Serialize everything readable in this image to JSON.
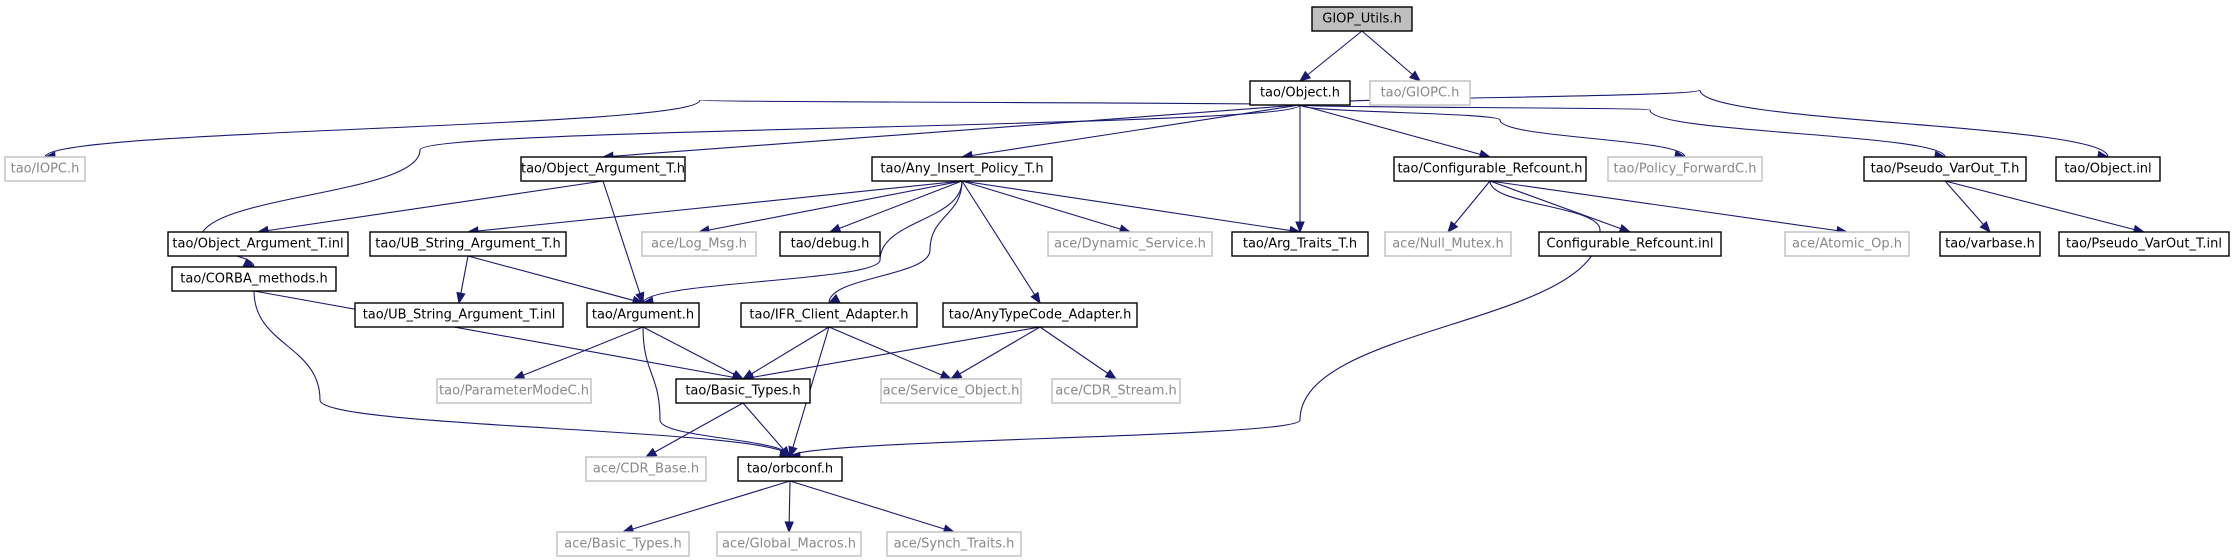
{
  "graph": {
    "edge_color": "#191970",
    "nodes": [
      {
        "id": "giop_utils",
        "label": "GIOP_Utils.h",
        "style": "root"
      },
      {
        "id": "object_h",
        "label": "tao/Object.h",
        "style": "solid"
      },
      {
        "id": "giopc_h",
        "label": "tao/GIOPC.h",
        "style": "grey"
      },
      {
        "id": "iopc_h",
        "label": "tao/IOPC.h",
        "style": "grey"
      },
      {
        "id": "object_argument_t_h",
        "label": "tao/Object_Argument_T.h",
        "style": "solid"
      },
      {
        "id": "any_insert_policy_t_h",
        "label": "tao/Any_Insert_Policy_T.h",
        "style": "solid"
      },
      {
        "id": "configurable_refcount_h",
        "label": "tao/Configurable_Refcount.h",
        "style": "solid"
      },
      {
        "id": "policy_forwardc_h",
        "label": "tao/Policy_ForwardC.h",
        "style": "grey"
      },
      {
        "id": "pseudo_varout_t_h",
        "label": "tao/Pseudo_VarOut_T.h",
        "style": "solid"
      },
      {
        "id": "object_inl",
        "label": "tao/Object.inl",
        "style": "solid"
      },
      {
        "id": "object_argument_t_inl",
        "label": "tao/Object_Argument_T.inl",
        "style": "solid"
      },
      {
        "id": "ub_string_argument_t_h",
        "label": "tao/UB_String_Argument_T.h",
        "style": "solid"
      },
      {
        "id": "log_msg_h",
        "label": "ace/Log_Msg.h",
        "style": "grey"
      },
      {
        "id": "debug_h",
        "label": "tao/debug.h",
        "style": "solid"
      },
      {
        "id": "dynamic_service_h",
        "label": "ace/Dynamic_Service.h",
        "style": "grey"
      },
      {
        "id": "arg_traits_t_h",
        "label": "tao/Arg_Traits_T.h",
        "style": "solid"
      },
      {
        "id": "null_mutex_h",
        "label": "ace/Null_Mutex.h",
        "style": "grey"
      },
      {
        "id": "configurable_refcount_inl",
        "label": "Configurable_Refcount.inl",
        "style": "solid"
      },
      {
        "id": "atomic_op_h",
        "label": "ace/Atomic_Op.h",
        "style": "grey"
      },
      {
        "id": "varbase_h",
        "label": "tao/varbase.h",
        "style": "solid"
      },
      {
        "id": "pseudo_varout_t_inl",
        "label": "tao/Pseudo_VarOut_T.inl",
        "style": "solid"
      },
      {
        "id": "corba_methods_h",
        "label": "tao/CORBA_methods.h",
        "style": "solid"
      },
      {
        "id": "ub_string_argument_t_inl",
        "label": "tao/UB_String_Argument_T.inl",
        "style": "solid"
      },
      {
        "id": "argument_h",
        "label": "tao/Argument.h",
        "style": "solid"
      },
      {
        "id": "ifr_client_adapter_h",
        "label": "tao/IFR_Client_Adapter.h",
        "style": "solid"
      },
      {
        "id": "anytypecode_adapter_h",
        "label": "tao/AnyTypeCode_Adapter.h",
        "style": "solid"
      },
      {
        "id": "parametermodec_h",
        "label": "tao/ParameterModeC.h",
        "style": "grey"
      },
      {
        "id": "basic_types_h_tao",
        "label": "tao/Basic_Types.h",
        "style": "solid"
      },
      {
        "id": "service_object_h",
        "label": "ace/Service_Object.h",
        "style": "grey"
      },
      {
        "id": "cdr_stream_h",
        "label": "ace/CDR_Stream.h",
        "style": "grey"
      },
      {
        "id": "cdr_base_h",
        "label": "ace/CDR_Base.h",
        "style": "grey"
      },
      {
        "id": "orbconf_h",
        "label": "tao/orbconf.h",
        "style": "solid"
      },
      {
        "id": "basic_types_h_ace",
        "label": "ace/Basic_Types.h",
        "style": "grey"
      },
      {
        "id": "global_macros_h",
        "label": "ace/Global_Macros.h",
        "style": "grey"
      },
      {
        "id": "synch_traits_h",
        "label": "ace/Synch_Traits.h",
        "style": "grey"
      }
    ],
    "edges": [
      [
        "giop_utils",
        "object_h"
      ],
      [
        "giop_utils",
        "giopc_h"
      ],
      [
        "object_h",
        "iopc_h"
      ],
      [
        "object_h",
        "object_argument_t_h"
      ],
      [
        "object_h",
        "any_insert_policy_t_h"
      ],
      [
        "object_h",
        "arg_traits_t_h"
      ],
      [
        "object_h",
        "configurable_refcount_h"
      ],
      [
        "object_h",
        "policy_forwardc_h"
      ],
      [
        "object_h",
        "pseudo_varout_t_h"
      ],
      [
        "object_h",
        "object_inl"
      ],
      [
        "object_h",
        "corba_methods_h"
      ],
      [
        "object_argument_t_h",
        "object_argument_t_inl"
      ],
      [
        "object_argument_t_h",
        "argument_h"
      ],
      [
        "any_insert_policy_t_h",
        "ub_string_argument_t_h"
      ],
      [
        "any_insert_policy_t_h",
        "log_msg_h"
      ],
      [
        "any_insert_policy_t_h",
        "debug_h"
      ],
      [
        "any_insert_policy_t_h",
        "dynamic_service_h"
      ],
      [
        "any_insert_policy_t_h",
        "arg_traits_t_h"
      ],
      [
        "any_insert_policy_t_h",
        "argument_h"
      ],
      [
        "any_insert_policy_t_h",
        "ifr_client_adapter_h"
      ],
      [
        "any_insert_policy_t_h",
        "anytypecode_adapter_h"
      ],
      [
        "configurable_refcount_h",
        "null_mutex_h"
      ],
      [
        "configurable_refcount_h",
        "configurable_refcount_inl"
      ],
      [
        "configurable_refcount_h",
        "atomic_op_h"
      ],
      [
        "configurable_refcount_h",
        "orbconf_h"
      ],
      [
        "pseudo_varout_t_h",
        "varbase_h"
      ],
      [
        "pseudo_varout_t_h",
        "pseudo_varout_t_inl"
      ],
      [
        "ub_string_argument_t_h",
        "ub_string_argument_t_inl"
      ],
      [
        "ub_string_argument_t_h",
        "argument_h"
      ],
      [
        "corba_methods_h",
        "basic_types_h_tao"
      ],
      [
        "corba_methods_h",
        "orbconf_h"
      ],
      [
        "argument_h",
        "parametermodec_h"
      ],
      [
        "argument_h",
        "basic_types_h_tao"
      ],
      [
        "argument_h",
        "orbconf_h"
      ],
      [
        "ifr_client_adapter_h",
        "basic_types_h_tao"
      ],
      [
        "ifr_client_adapter_h",
        "service_object_h"
      ],
      [
        "ifr_client_adapter_h",
        "orbconf_h"
      ],
      [
        "anytypecode_adapter_h",
        "basic_types_h_tao"
      ],
      [
        "anytypecode_adapter_h",
        "service_object_h"
      ],
      [
        "anytypecode_adapter_h",
        "cdr_stream_h"
      ],
      [
        "basic_types_h_tao",
        "cdr_base_h"
      ],
      [
        "basic_types_h_tao",
        "orbconf_h"
      ],
      [
        "orbconf_h",
        "basic_types_h_ace"
      ],
      [
        "orbconf_h",
        "global_macros_h"
      ],
      [
        "orbconf_h",
        "synch_traits_h"
      ]
    ]
  }
}
